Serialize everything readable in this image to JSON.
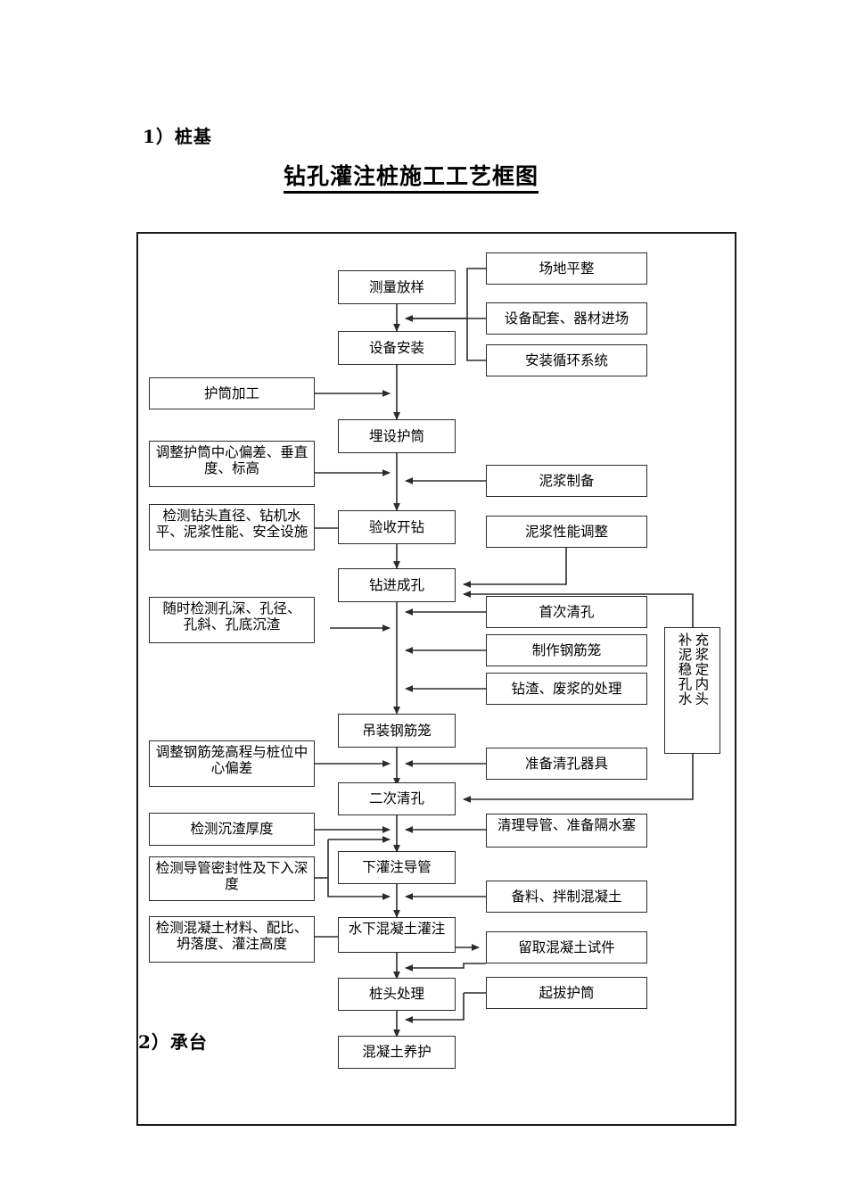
{
  "document": {
    "section_label_top": "1）桩基",
    "section_label_bottom": "2）承台",
    "title": "钻孔灌注桩施工工艺框图"
  },
  "flowchart": {
    "type": "process-flow-diagram",
    "main_column": [
      {
        "id": "n1",
        "label": "测量放样"
      },
      {
        "id": "n2",
        "label": "设备安装"
      },
      {
        "id": "n3",
        "label": "埋设护筒"
      },
      {
        "id": "n4",
        "label": "验收开钻"
      },
      {
        "id": "n5",
        "label": "钻进成孔"
      },
      {
        "id": "n6",
        "label": "吊装钢筋笼"
      },
      {
        "id": "n7",
        "label": "二次清孔"
      },
      {
        "id": "n8",
        "label": "下灌注导管"
      },
      {
        "id": "n9",
        "label": "水下混凝土灌注"
      },
      {
        "id": "n10",
        "label": "桩头处理"
      },
      {
        "id": "n11",
        "label": "混凝土养护"
      }
    ],
    "left_column": [
      {
        "id": "l1",
        "label": "护筒加工"
      },
      {
        "id": "l2",
        "label": "调整护筒中心偏差、垂直度、标高"
      },
      {
        "id": "l3",
        "label": "检测钻头直径、钻机水平、泥浆性能、安全设施"
      },
      {
        "id": "l4",
        "label": "随时检测孔深、孔径、",
        "label2": "孔斜、孔底沉渣"
      },
      {
        "id": "l5",
        "label": "调整钢筋笼高程与桩位中心偏差"
      },
      {
        "id": "l6",
        "label": "检测沉渣厚度"
      },
      {
        "id": "l7",
        "label": "检测导管密封性及下入深度"
      },
      {
        "id": "l8",
        "label": "检测混凝土材料、配比、坍落度、灌注高度"
      }
    ],
    "right_column": [
      {
        "id": "r1",
        "label": "场地平整"
      },
      {
        "id": "r2",
        "label": "设备配套、器材进场"
      },
      {
        "id": "r3",
        "label": "安装循环系统"
      },
      {
        "id": "r4",
        "label": "泥浆制备"
      },
      {
        "id": "r5",
        "label": "泥浆性能调整"
      },
      {
        "id": "r6",
        "label": "首次清孔"
      },
      {
        "id": "r7",
        "label": "制作钢筋笼"
      },
      {
        "id": "r8",
        "label": "钻渣、废浆的处理"
      },
      {
        "id": "r9",
        "label": "准备清孔器具"
      },
      {
        "id": "r10",
        "label": "清理导管、准备隔水塞"
      },
      {
        "id": "r11",
        "label": "备料、拌制混凝土"
      },
      {
        "id": "r12",
        "label": "留取混凝土试件"
      },
      {
        "id": "r13",
        "label": "起拔护筒"
      }
    ],
    "vertical_box": {
      "id": "v1",
      "label": "补充泥浆稳定孔内水头",
      "col_right": "补泥稳孔水",
      "col_left": "充浆定内头"
    }
  }
}
